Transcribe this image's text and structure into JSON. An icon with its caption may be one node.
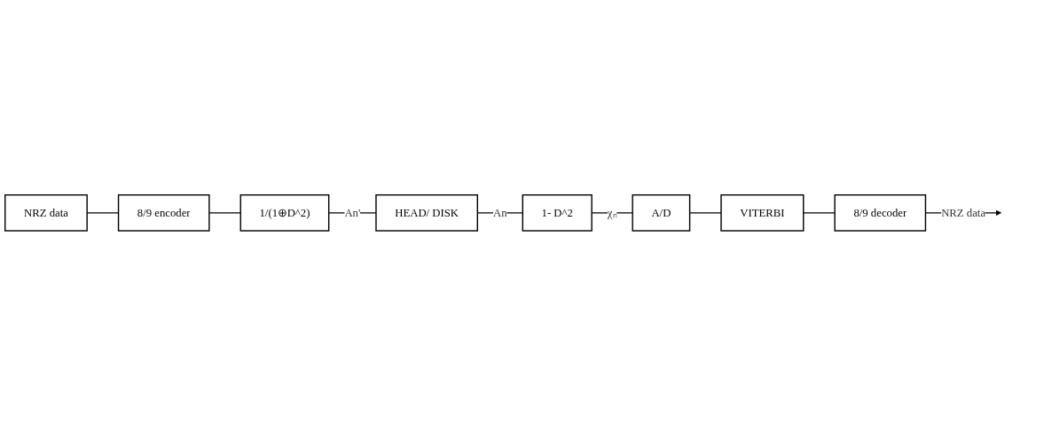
{
  "diagram": {
    "nodes": [
      {
        "text": [
          "NRZ data"
        ]
      },
      {
        "text": [
          "8/9 encoder"
        ]
      },
      {
        "text": [
          "1/(1⊕D^2)"
        ]
      },
      {
        "text": [
          "HEAD/ DISK"
        ]
      },
      {
        "text": [
          "1- D^2"
        ]
      },
      {
        "text": [
          "A/D"
        ]
      },
      {
        "text": [
          "VITERBI"
        ]
      },
      {
        "text": [
          "8/9 decoder"
        ]
      }
    ],
    "edges": [
      {
        "from": 0,
        "to": 1,
        "arrow": "none"
      },
      {
        "from": 1,
        "to": 2,
        "arrow": "none"
      },
      {
        "from": 2,
        "to": 3,
        "arrow": "none",
        "label": "An'"
      },
      {
        "from": 3,
        "to": 4,
        "arrow": "none",
        "label": "An"
      },
      {
        "from": 4,
        "to": 5,
        "arrow": "none",
        "label": "χₙ"
      },
      {
        "from": 5,
        "to": 6,
        "arrow": "none"
      },
      {
        "from": 6,
        "to": 7,
        "arrow": "none"
      },
      {
        "from": 7,
        "to": null,
        "arrow": "to",
        "label": "NRZ data"
      }
    ]
  }
}
